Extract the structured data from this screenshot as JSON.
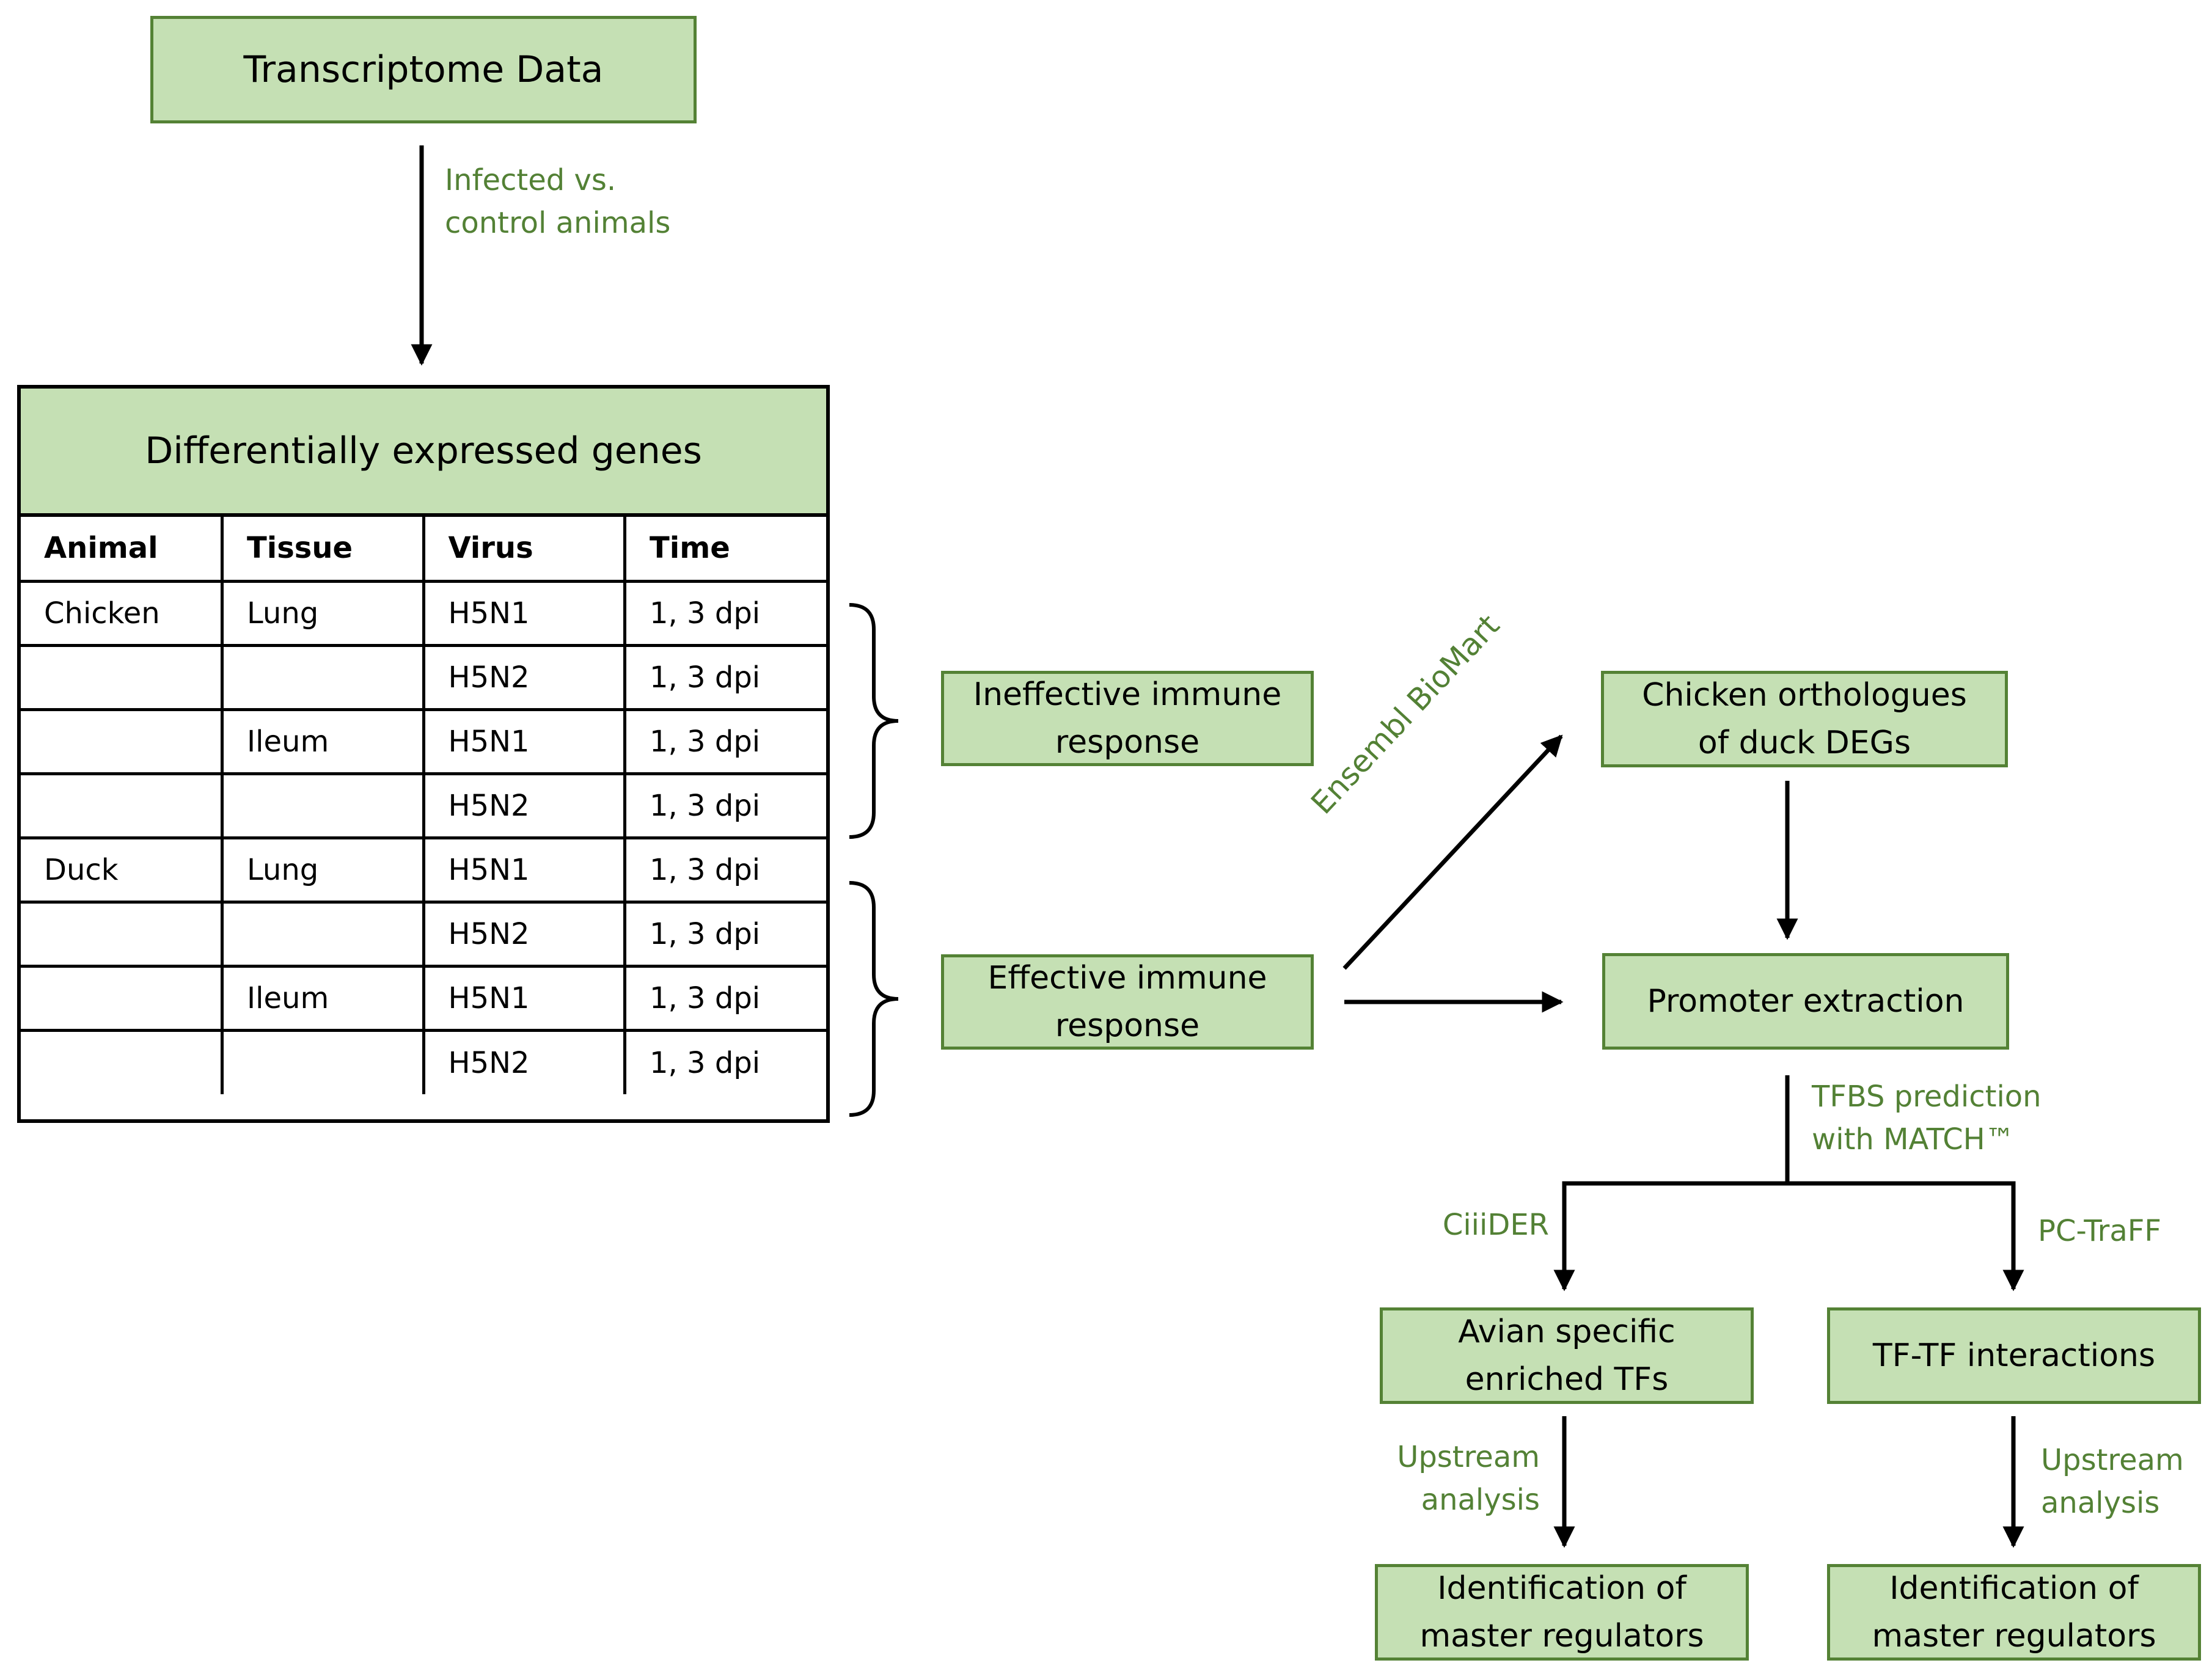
{
  "nodes": {
    "transcriptome": "Transcriptome Data",
    "deg_title": "Differentially expressed genes",
    "ineffective": "Ineffective immune\nresponse",
    "effective": "Effective immune\nresponse",
    "orthologues": "Chicken orthologues\nof duck DEGs",
    "promoter": "Promoter extraction",
    "avian_tfs": "Avian specific\nenriched TFs",
    "tf_tf": "TF-TF interactions",
    "master_left": "Identification of\nmaster regulators",
    "master_right": "Identification of\nmaster regulators"
  },
  "edge_labels": {
    "infected": "Infected vs.\ncontrol animals",
    "biomart": "Ensembl BioMart",
    "tfbs": "TFBS prediction\nwith MATCH™",
    "ciider": "CiiiDER",
    "pctraff": "PC-TraFF",
    "upstream_left": "Upstream\nanalysis",
    "upstream_right": "Upstream\nanalysis"
  },
  "table": {
    "columns": [
      "Animal",
      "Tissue",
      "Virus",
      "Time"
    ],
    "rows": [
      [
        "Chicken",
        "Lung",
        "H5N1",
        "1, 3 dpi"
      ],
      [
        "",
        "",
        "H5N2",
        "1, 3 dpi"
      ],
      [
        "",
        "Ileum",
        "H5N1",
        "1, 3 dpi"
      ],
      [
        "",
        "",
        "H5N2",
        "1, 3 dpi"
      ],
      [
        "Duck",
        "Lung",
        "H5N1",
        "1, 3 dpi"
      ],
      [
        "",
        "",
        "H5N2",
        "1, 3 dpi"
      ],
      [
        "",
        "Ileum",
        "H5N1",
        "1, 3 dpi"
      ],
      [
        "",
        "",
        "H5N2",
        "1, 3 dpi"
      ]
    ]
  },
  "colors": {
    "box_fill": "#c5e0b4",
    "box_border": "#548235",
    "label_text": "#538135",
    "line": "#000000"
  }
}
